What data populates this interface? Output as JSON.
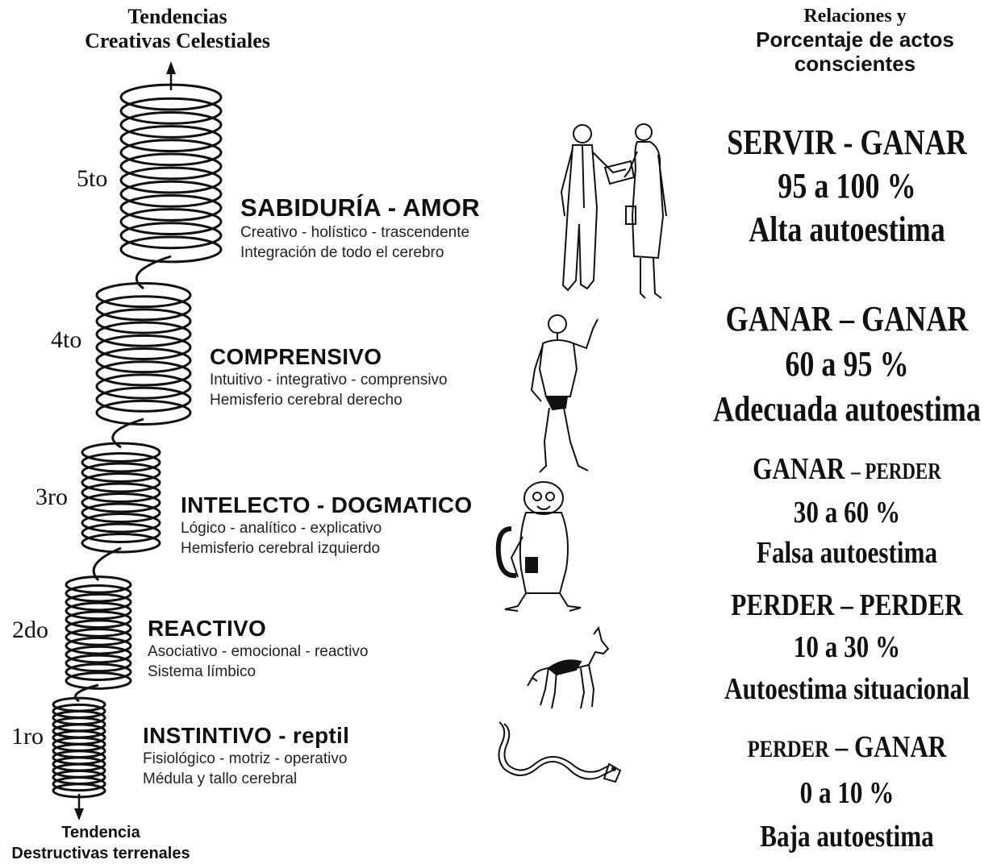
{
  "header": {
    "left_top": "Tendencias",
    "left_bottom": "Creativas Celestiales",
    "right_top": "Relaciones y",
    "right_mid": "Porcentaje de actos",
    "right_bottom": "conscientes"
  },
  "footer": {
    "line1": "Tendencia",
    "line2": "Destructivas terrenales"
  },
  "levels": [
    {
      "num": "5to",
      "title": "SABIDURÍA - AMOR",
      "desc1": "Creativo - holístico - trascendente",
      "desc2": "Integración de todo el cerebro"
    },
    {
      "num": "4to",
      "title": "COMPRENSIVO",
      "desc1": "Intuitivo - integrativo - comprensivo",
      "desc2": "Hemisferio cerebral derecho"
    },
    {
      "num": "3ro",
      "title": "INTELECTO - DOGMATICO",
      "desc1": "Lógico - analítico - explicativo",
      "desc2": "Hemisferio cerebral izquierdo"
    },
    {
      "num": "2do",
      "title": "REACTIVO",
      "desc1": "Asociativo - emocional - reactivo",
      "desc2": "Sistema límbico"
    },
    {
      "num": "1ro",
      "title": "INSTINTIVO - reptil",
      "desc1": "Fisiológico - motriz - operativo",
      "desc2": "Médula y tallo cerebral"
    }
  ],
  "relations": [
    {
      "relation": "SERVIR - GANAR",
      "percent": "95 a 100 %",
      "esteem": "Alta autoestima"
    },
    {
      "relation": "GANAR – GANAR",
      "percent": "60 a 95 %",
      "esteem": "Adecuada autoestima"
    },
    {
      "relation_a": "GANAR",
      "relation_b": "– PERDER",
      "percent": "30 a 60 %",
      "esteem": "Falsa autoestima"
    },
    {
      "relation": "PERDER – PERDER",
      "percent": "10 a 30 %",
      "esteem": "Autoestima situacional"
    },
    {
      "relation_a": "PERDER",
      "relation_b": "– GANAR",
      "percent": "0 a 10 %",
      "esteem": "Baja autoestima"
    }
  ],
  "figures": [
    "people-icon",
    "man-icon",
    "monkey-icon",
    "dog-icon",
    "snake-icon"
  ]
}
